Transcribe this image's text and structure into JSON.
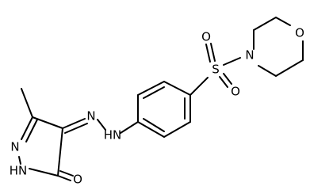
{
  "diagram": {
    "type": "chemical-structure",
    "atom_labels": {
      "n_ring": "N",
      "nh_ring": "HN",
      "o_carbonyl": "O",
      "n_azo1": "N",
      "nh_azo": "HN",
      "s": "S",
      "o_s_top": "O",
      "o_s_bottom": "O",
      "n_morph": "N",
      "o_morph": "O"
    },
    "colors": {
      "ink": "#000000",
      "background": "#ffffff"
    }
  }
}
